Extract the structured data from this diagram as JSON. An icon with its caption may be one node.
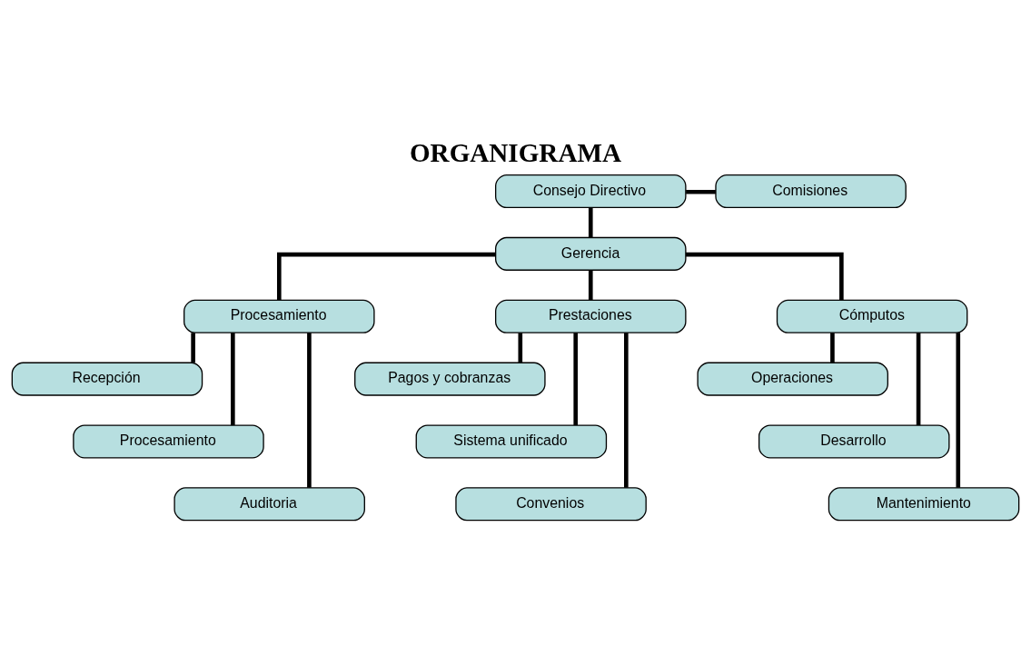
{
  "diagram": {
    "title": "ORGANIGRAMA",
    "nodes": [
      {
        "text": [
          "Consejo Directivo"
        ]
      },
      {
        "text": [
          "Comisiones"
        ]
      },
      {
        "text": [
          "Gerencia"
        ]
      },
      {
        "text": [
          "Procesamiento"
        ]
      },
      {
        "text": [
          "Prestaciones"
        ]
      },
      {
        "text": [
          "Cómputos"
        ]
      },
      {
        "text": [
          "Recepción"
        ]
      },
      {
        "text": [
          "Procesamiento"
        ]
      },
      {
        "text": [
          "Auditoria"
        ]
      },
      {
        "text": [
          "Pagos y cobranzas"
        ]
      },
      {
        "text": [
          "Sistema unificado"
        ]
      },
      {
        "text": [
          "Convenios"
        ]
      },
      {
        "text": [
          "Operaciones"
        ]
      },
      {
        "text": [
          "Desarrollo"
        ]
      },
      {
        "text": [
          "Mantenimiento"
        ]
      }
    ],
    "edges": [
      {
        "from": 0,
        "to": 1,
        "arrow": "none"
      },
      {
        "from": 0,
        "to": 2,
        "arrow": "none"
      },
      {
        "from": 2,
        "to": 3,
        "arrow": "none"
      },
      {
        "from": 2,
        "to": 4,
        "arrow": "none"
      },
      {
        "from": 2,
        "to": 5,
        "arrow": "none"
      },
      {
        "from": 3,
        "to": 6,
        "arrow": "none"
      },
      {
        "from": 3,
        "to": 7,
        "arrow": "none"
      },
      {
        "from": 3,
        "to": 8,
        "arrow": "none"
      },
      {
        "from": 4,
        "to": 9,
        "arrow": "none"
      },
      {
        "from": 4,
        "to": 10,
        "arrow": "none"
      },
      {
        "from": 4,
        "to": 11,
        "arrow": "none"
      },
      {
        "from": 5,
        "to": 12,
        "arrow": "none"
      },
      {
        "from": 5,
        "to": 13,
        "arrow": "none"
      },
      {
        "from": 5,
        "to": 14,
        "arrow": "none"
      }
    ]
  }
}
